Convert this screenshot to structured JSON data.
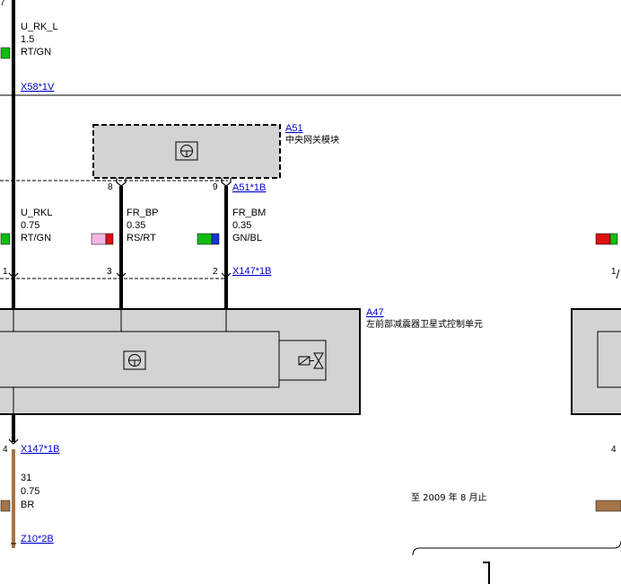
{
  "wires": {
    "top": {
      "signal": "U_RK_L",
      "size": "1.5",
      "color": "RT/GN"
    },
    "left": {
      "signal": "U_RKL",
      "size": "0.75",
      "color": "RT/GN"
    },
    "mid": {
      "signal": "FR_BP",
      "size": "0.35",
      "color": "RS/RT"
    },
    "right": {
      "signal": "FR_BM",
      "size": "0.35",
      "color": "GN/BL"
    },
    "bottom": {
      "signal": "31",
      "size": "0.75",
      "color": "BR"
    }
  },
  "connectors": {
    "x58": "X58*1V",
    "a51": "A51*1B",
    "x147_top": "X147*1B",
    "x147_bottom": "X147*1B",
    "z10": "Z10*2B"
  },
  "components": {
    "a51": {
      "id": "A51",
      "name": "中央网关模块"
    },
    "a47": {
      "id": "A47",
      "name": "左前部减震器卫星式控制单元"
    }
  },
  "pins": {
    "a51_left": "8",
    "a51_right": "9",
    "left": "1",
    "mid": "3",
    "right": "2",
    "far_right": "1",
    "bottom": "4",
    "far_right_bottom": "4"
  },
  "note": "至 2009 年 8 月止",
  "colors": {
    "RT": "#dd1111",
    "GN": "#11bb11",
    "RS": "#f2b6e6",
    "BL": "#1133dd",
    "BR": "#a57548",
    "box_fill": "#d3d3d3",
    "link": "#0000cc"
  }
}
